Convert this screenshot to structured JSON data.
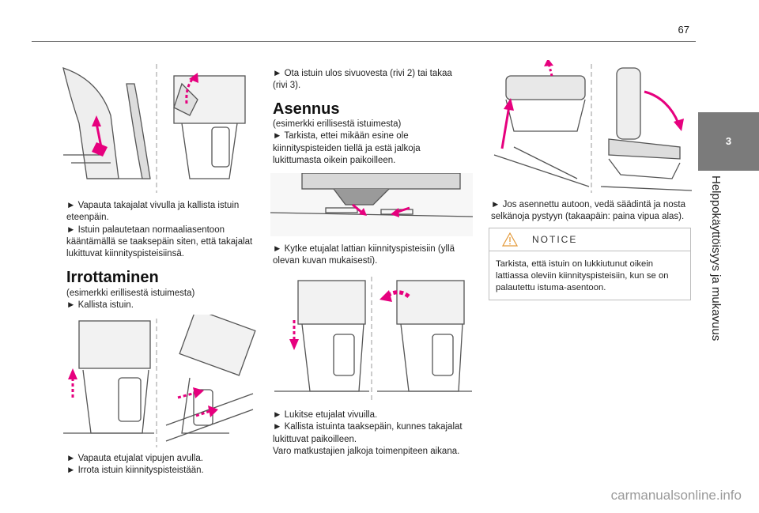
{
  "page_number": "67",
  "chapter_tab": {
    "number": "3",
    "title": "Helppokäyttöisyys ja mukavuus"
  },
  "col1": {
    "text1": [
      "► Vapauta takajalat vivulla ja kallista istuin",
      "eteenpäin.",
      "► Istuin palautetaan normaaliasentoon",
      "kääntämällä se taaksepäin siten, että takajalat",
      "lukittuvat kiinnityspisteisiinsä."
    ],
    "heading": "Irrottaminen",
    "text2": [
      "(esimerkki erillisestä istuimesta)",
      "► Kallista istuin."
    ],
    "text3": [
      "► Vapauta etujalat vipujen avulla.",
      "► Irrota istuin kiinnityspisteistään."
    ]
  },
  "col2": {
    "text1": [
      "► Ota istuin ulos sivuovesta (rivi 2) tai takaa",
      "(rivi 3)."
    ],
    "heading": "Asennus",
    "text2": [
      "(esimerkki erillisestä istuimesta)",
      "► Tarkista, ettei mikään esine ole",
      "kiinnityspisteiden tiellä ja estä jalkoja",
      "lukittumasta oikein paikoilleen."
    ],
    "text3": [
      "► Kytke etujalat lattian kiinnityspisteisiin (yllä",
      "olevan kuvan mukaisesti)."
    ],
    "text4": [
      "► Lukitse etujalat vivuilla.",
      "► Kallista istuinta taaksepäin, kunnes takajalat",
      "lukittuvat paikoilleen.",
      "Varo matkustajien jalkoja toimenpiteen aikana."
    ]
  },
  "col3": {
    "text1": [
      "► Jos asennettu autoon, vedä säädintä ja nosta",
      "selkänoja pystyyn (takaapäin: paina vipua alas)."
    ],
    "notice": {
      "title": "NOTICE",
      "lines": [
        "Tarkista, että istuin on lukkiutunut oikein",
        "lattiassa oleviin kiinnityspisteisiin, kun se on",
        "palautettu istuma-asentoon."
      ]
    }
  },
  "watermark": "carmanualsonline.info",
  "colors": {
    "accent": "#e6007e",
    "tab_bg": "#7b7b7b",
    "rule": "#7a7a7a"
  },
  "icons": [
    "warning-triangle-icon"
  ]
}
